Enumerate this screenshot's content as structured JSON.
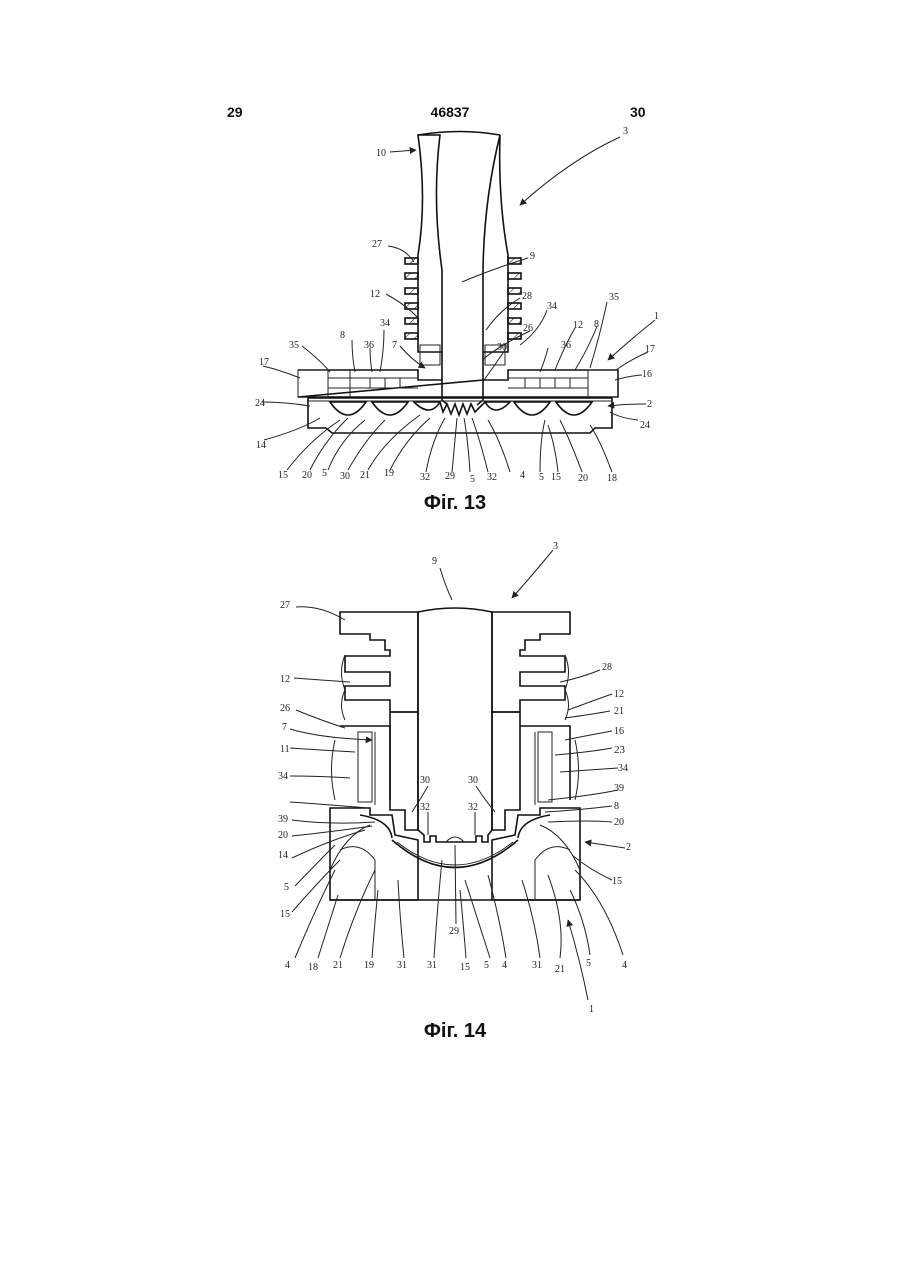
{
  "header": {
    "left_page": "29",
    "patent_number": "46837",
    "right_page": "30"
  },
  "figures": [
    {
      "caption": "Фіг. 13",
      "labels": {
        "n10": "10",
        "n3": "3",
        "n27": "27",
        "n9": "9",
        "n12a": "12",
        "n28": "28",
        "n34a": "34",
        "n35a": "35",
        "n1": "1",
        "n26": "26",
        "n12b": "12",
        "n8a": "8",
        "n35b": "35",
        "n34b": "34",
        "n8b": "8",
        "n36a": "36",
        "n7": "7",
        "n30": "30",
        "n36b": "36",
        "n17a": "17",
        "n17b": "17",
        "n16": "16",
        "n24a": "24",
        "n2": "2",
        "n24b": "24",
        "n14": "14",
        "n15a": "15",
        "n20a": "20",
        "n5a": "5",
        "n30b": "30",
        "n21": "21",
        "n19": "19",
        "n32a": "32",
        "n29": "29",
        "n5b": "5",
        "n32b": "32",
        "n4": "4",
        "n5c": "5",
        "n15b": "15",
        "n20b": "20",
        "n18": "18"
      }
    },
    {
      "caption": "Фіг. 14",
      "labels": {
        "n9": "9",
        "n3": "3",
        "n27": "27",
        "n12a": "12",
        "n28": "28",
        "n12b": "12",
        "n21a": "21",
        "n26": "26",
        "n7": "7",
        "n16": "16",
        "n11": "11",
        "n23": "23",
        "n34a": "34",
        "n30a": "30",
        "n30b": "30",
        "n34b": "34",
        "n39a": "39",
        "n39b": "39",
        "n8": "8",
        "n32a": "32",
        "n32b": "32",
        "n20a": "20",
        "n20b": "20",
        "n14": "14",
        "n2": "2",
        "n5a": "5",
        "n15a": "15",
        "n15b": "15",
        "n4a": "4",
        "n18": "18",
        "n21b": "21",
        "n19": "19",
        "n31a": "31",
        "n31b": "31",
        "n29": "29",
        "n15c": "15",
        "n5b": "5",
        "n4b": "4",
        "n31c": "31",
        "n21c": "21",
        "n5c": "5",
        "n4c": "4",
        "n1": "1"
      }
    }
  ]
}
